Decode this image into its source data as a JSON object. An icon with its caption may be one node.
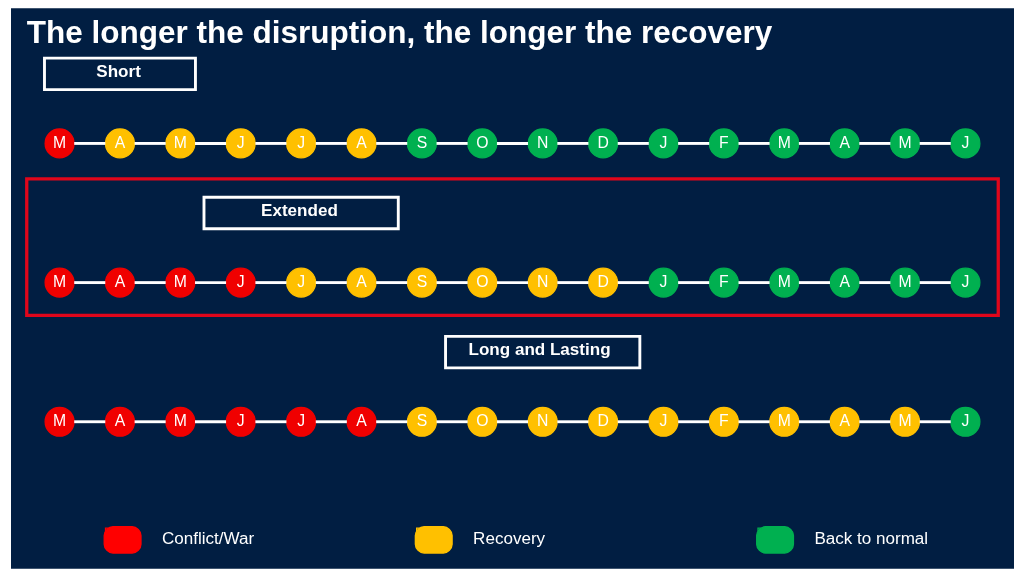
{
  "diagram": {
    "title": "The longer the disruption, the longer the recovery",
    "nodes": [
      {
        "text": [
          "Short"
        ]
      },
      {
        "text": [
          "M"
        ]
      },
      {
        "text": [
          "A"
        ]
      },
      {
        "text": [
          "M"
        ]
      },
      {
        "text": [
          "J"
        ]
      },
      {
        "text": [
          "J"
        ]
      },
      {
        "text": [
          "A"
        ]
      },
      {
        "text": [
          "S"
        ]
      },
      {
        "text": [
          "O"
        ]
      },
      {
        "text": [
          "N"
        ]
      },
      {
        "text": [
          "D"
        ]
      },
      {
        "text": [
          "J"
        ]
      },
      {
        "text": [
          "F"
        ]
      },
      {
        "text": [
          "M"
        ]
      },
      {
        "text": [
          "A"
        ]
      },
      {
        "text": [
          "M"
        ]
      },
      {
        "text": [
          "J"
        ]
      },
      {
        "text": [],
        "shape": "box"
      },
      {
        "text": [
          "Extended"
        ],
        "in": 17
      },
      {
        "text": [
          "M"
        ],
        "in": 17
      },
      {
        "text": [
          "A"
        ],
        "in": 17
      },
      {
        "text": [
          "M"
        ],
        "in": 17
      },
      {
        "text": [
          "J"
        ],
        "in": 17
      },
      {
        "text": [
          "J"
        ],
        "in": 17
      },
      {
        "text": [
          "A"
        ],
        "in": 17
      },
      {
        "text": [
          "S"
        ],
        "in": 17
      },
      {
        "text": [
          "O"
        ],
        "in": 17
      },
      {
        "text": [
          "N"
        ],
        "in": 17
      },
      {
        "text": [
          "D"
        ],
        "in": 17
      },
      {
        "text": [
          "J"
        ],
        "in": 17
      },
      {
        "text": [
          "F"
        ],
        "in": 17
      },
      {
        "text": [
          "M"
        ],
        "in": 17
      },
      {
        "text": [
          "A"
        ],
        "in": 17
      },
      {
        "text": [
          "M"
        ],
        "in": 17
      },
      {
        "text": [
          "J"
        ],
        "in": 17
      },
      {
        "text": [
          "Long and Lasting"
        ]
      },
      {
        "text": [
          "M"
        ]
      },
      {
        "text": [
          "A"
        ]
      },
      {
        "text": [
          "M"
        ]
      },
      {
        "text": [
          "J"
        ]
      },
      {
        "text": [
          "J"
        ]
      },
      {
        "text": [
          "A"
        ]
      },
      {
        "text": [
          "S"
        ]
      },
      {
        "text": [
          "O"
        ]
      },
      {
        "text": [
          "N"
        ]
      },
      {
        "text": [
          "D"
        ]
      },
      {
        "text": [
          "J"
        ]
      },
      {
        "text": [
          "F"
        ]
      },
      {
        "text": [
          "M"
        ]
      },
      {
        "text": [
          "A"
        ]
      },
      {
        "text": [
          "M"
        ]
      },
      {
        "text": [
          "J"
        ]
      }
    ],
    "edges": [
      {
        "from": 1,
        "to": 2,
        "arrow": "none"
      },
      {
        "from": 2,
        "to": 3,
        "arrow": "none"
      },
      {
        "from": 3,
        "to": 4,
        "arrow": "none"
      },
      {
        "from": 4,
        "to": 5,
        "arrow": "none"
      },
      {
        "from": 5,
        "to": 6,
        "arrow": "none"
      },
      {
        "from": 6,
        "to": 7,
        "arrow": "none"
      },
      {
        "from": 7,
        "to": 8,
        "arrow": "none"
      },
      {
        "from": 8,
        "to": 9,
        "arrow": "none"
      },
      {
        "from": 9,
        "to": 10,
        "arrow": "none"
      },
      {
        "from": 10,
        "to": 11,
        "arrow": "none"
      },
      {
        "from": 11,
        "to": 12,
        "arrow": "none"
      },
      {
        "from": 12,
        "to": 13,
        "arrow": "none"
      },
      {
        "from": 13,
        "to": 14,
        "arrow": "none"
      },
      {
        "from": 14,
        "to": 15,
        "arrow": "none"
      },
      {
        "from": 15,
        "to": 16,
        "arrow": "none"
      },
      {
        "from": 19,
        "to": 20,
        "arrow": "none"
      },
      {
        "from": 20,
        "to": 21,
        "arrow": "none"
      },
      {
        "from": 21,
        "to": 22,
        "arrow": "none"
      },
      {
        "from": 22,
        "to": 23,
        "arrow": "none"
      },
      {
        "from": 23,
        "to": 24,
        "arrow": "none"
      },
      {
        "from": 24,
        "to": 25,
        "arrow": "none"
      },
      {
        "from": 25,
        "to": 26,
        "arrow": "none"
      },
      {
        "from": 26,
        "to": 27,
        "arrow": "none"
      },
      {
        "from": 27,
        "to": 28,
        "arrow": "none"
      },
      {
        "from": 28,
        "to": 29,
        "arrow": "none"
      },
      {
        "from": 29,
        "to": 30,
        "arrow": "none"
      },
      {
        "from": 30,
        "to": 31,
        "arrow": "none"
      },
      {
        "from": 31,
        "to": 32,
        "arrow": "none"
      },
      {
        "from": 32,
        "to": 33,
        "arrow": "none"
      },
      {
        "from": 33,
        "to": 34,
        "arrow": "none"
      },
      {
        "from": 36,
        "to": 37,
        "arrow": "none"
      },
      {
        "from": 37,
        "to": 38,
        "arrow": "none"
      },
      {
        "from": 38,
        "to": 39,
        "arrow": "none"
      },
      {
        "from": 39,
        "to": 40,
        "arrow": "none"
      },
      {
        "from": 40,
        "to": 41,
        "arrow": "none"
      },
      {
        "from": 41,
        "to": 42,
        "arrow": "none"
      },
      {
        "from": 42,
        "to": 43,
        "arrow": "none"
      },
      {
        "from": 43,
        "to": 44,
        "arrow": "none"
      },
      {
        "from": 44,
        "to": 45,
        "arrow": "none"
      },
      {
        "from": 45,
        "to": 46,
        "arrow": "none"
      },
      {
        "from": 46,
        "to": 47,
        "arrow": "none"
      },
      {
        "from": 47,
        "to": 48,
        "arrow": "none"
      },
      {
        "from": 48,
        "to": 49,
        "arrow": "none"
      },
      {
        "from": 49,
        "to": 50,
        "arrow": "none"
      },
      {
        "from": 50,
        "to": 51,
        "arrow": "none"
      }
    ],
    "legend": [
      {
        "text": "Conflict/War",
        "color": "#ff0000"
      },
      {
        "text": "Recovery",
        "color": "#ffc000"
      },
      {
        "text": "Back to normal",
        "color": "#00b050"
      }
    ]
  }
}
